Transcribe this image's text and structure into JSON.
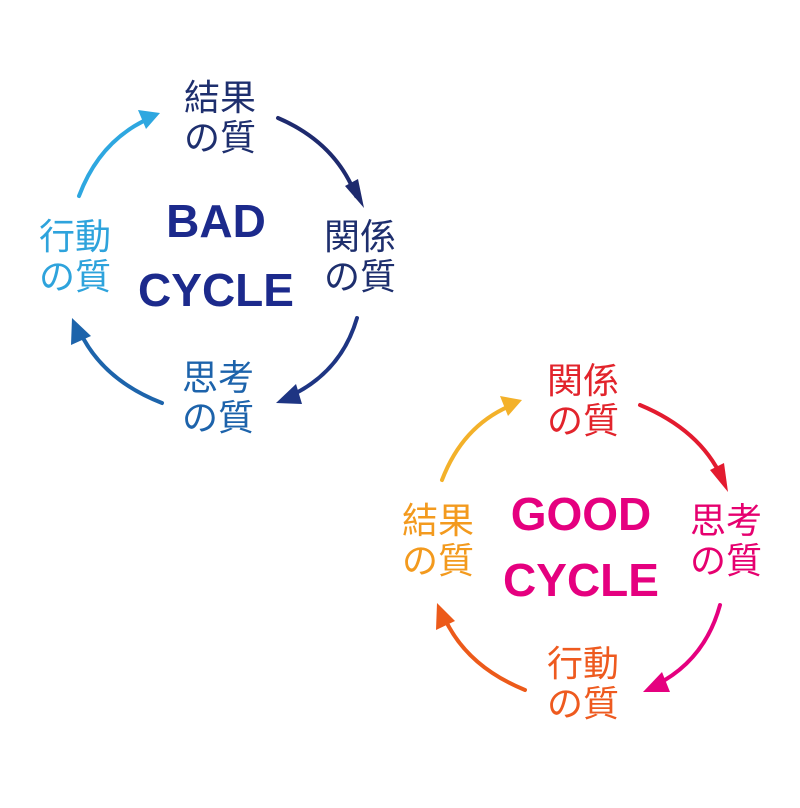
{
  "cycles": [
    {
      "id": "bad",
      "center": {
        "line1": "BAD",
        "line2": "CYCLE",
        "color": "#1c2a8c"
      },
      "nodes": [
        {
          "line1": "結果",
          "line2": "の質",
          "color": "#1e2f6e"
        },
        {
          "line1": "関係",
          "line2": "の質",
          "color": "#1e2f6e"
        },
        {
          "line1": "思考",
          "line2": "の質",
          "color": "#1d63ab"
        },
        {
          "line1": "行動",
          "line2": "の質",
          "color": "#2ea3dc"
        }
      ],
      "arrow_colors": [
        "#1e2a6e",
        "#1e3583",
        "#1d64ab",
        "#2ea7e0"
      ]
    },
    {
      "id": "good",
      "center": {
        "line1": "GOOD",
        "line2": "CYCLE",
        "color": "#e5007f"
      },
      "nodes": [
        {
          "line1": "関係",
          "line2": "の質",
          "color": "#e2242c"
        },
        {
          "line1": "思考",
          "line2": "の質",
          "color": "#e6006f"
        },
        {
          "line1": "行動",
          "line2": "の質",
          "color": "#ee5a1f"
        },
        {
          "line1": "結果",
          "line2": "の質",
          "color": "#f39a1e"
        }
      ],
      "arrow_colors": [
        "#e31b2f",
        "#e5007f",
        "#ec5a1a",
        "#f3b12a"
      ]
    }
  ]
}
